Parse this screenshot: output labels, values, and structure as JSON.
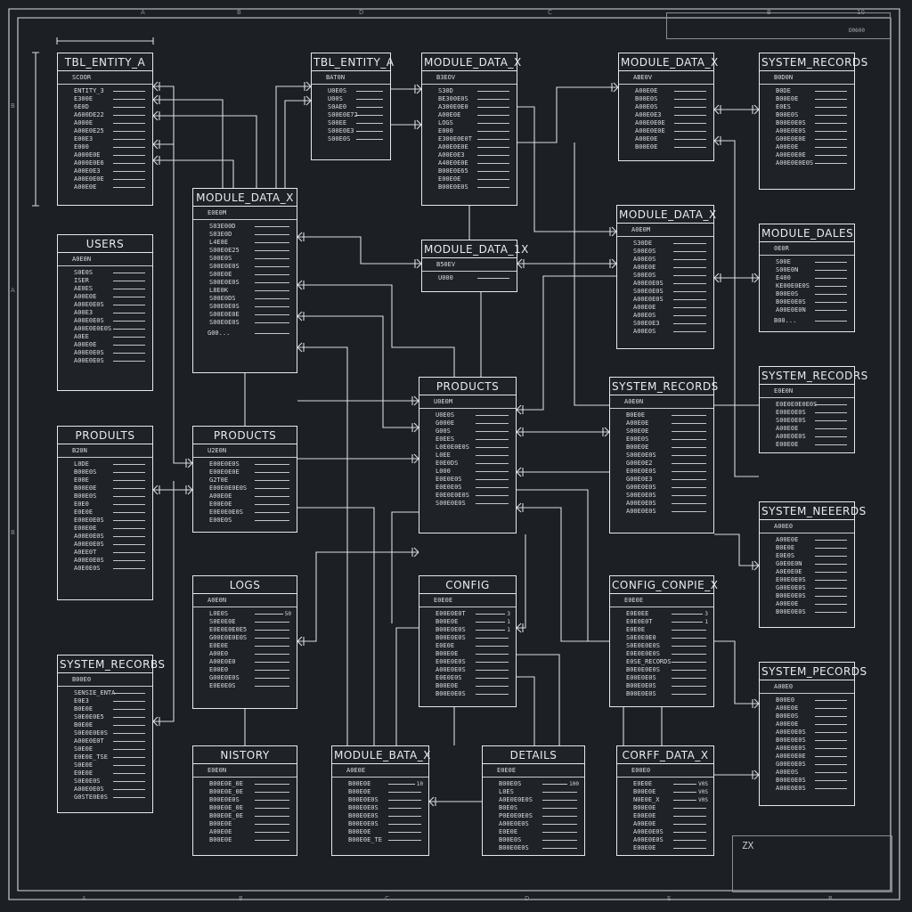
{
  "frame": {
    "top_letters": [
      "A",
      "B",
      "D",
      "C",
      "B",
      "10"
    ],
    "bottom_letters": [
      "A",
      "B",
      "C",
      "D",
      "E",
      "R"
    ],
    "left_letters": [
      "B",
      "A",
      "B"
    ],
    "corner_code": "D0600",
    "title_block_mark": "ZX"
  },
  "tables": [
    {
      "id": "t1",
      "title": "TBL_ENTITY_A",
      "pk": "SCOOR",
      "fields": [
        "ENTITY_3",
        "E300E",
        "6E0D",
        "A600DE22",
        "A000E",
        "A00E0E25",
        "E00E3",
        "E000",
        "A000E0E",
        "A000E0E6",
        "A00E0E3",
        "A00E0E0E",
        "A00E0E"
      ],
      "tags": []
    },
    {
      "id": "t2",
      "title": "TBL_ENTITY_A",
      "pk": "BAT0N",
      "fields": [
        "U0E0S",
        "U00S",
        "S0AE0",
        "S00E0E72",
        "S00EE",
        "S00E0E3",
        "S00E0S"
      ],
      "tags": []
    },
    {
      "id": "t3",
      "title": "MODULE_DATA_X",
      "pk": "B3EOV",
      "fields": [
        "S30D",
        "BE300E0S",
        "A300E0E0",
        "A00E0E",
        "LOGS",
        "E000",
        "E300E0E0T",
        "A00E0E0E",
        "A00E0E3",
        "A40E0E0E",
        "B00E0E65",
        "E00E0E",
        "B00E0E0S"
      ],
      "tags": []
    },
    {
      "id": "t4",
      "title": "MODULE_DATA_X",
      "pk": "ABE0V",
      "fields": [
        "A00E0E",
        "B00E0S",
        "A00E0S",
        "A00E0E3",
        "A00E0E0E",
        "A00E0E0E",
        "A00E0E",
        "B00E0E"
      ],
      "tags": []
    },
    {
      "id": "t5",
      "title": "SYSTEM_RECORDS",
      "pk": "B0D0N",
      "fields": [
        "B0DE",
        "B00E0E",
        "E0ES",
        "B00E0S",
        "B00E0E0S",
        "A00E0E0S",
        "G00E0E0E",
        "A00E0E",
        "A00E0E0E",
        "A00E0E0E0S"
      ],
      "tags": []
    },
    {
      "id": "t6",
      "title": "MODULE_DATA_X",
      "pk": "E0E0M",
      "fields": [
        "S03E00D",
        "S03E0D",
        "L4E8E",
        "S00E0E25",
        "S00E0S",
        "S00E0E0S",
        "S00E0E",
        "S00E0E0S",
        "L8E0K",
        "S00E0DS",
        "S00E0E0S",
        "S00E0E0E",
        "S00E0E0S"
      ],
      "tags": [],
      "foot": "G00..."
    },
    {
      "id": "t7",
      "title": "MODULE_DATA_1X",
      "pk": "B50EV",
      "fields": [
        "U000"
      ],
      "tags": []
    },
    {
      "id": "t8",
      "title": "MODULE_DATA_X",
      "pk": "A0E0M",
      "fields": [
        "S30DE",
        "S00E0S",
        "A00E0S",
        "A00E0E",
        "S00E0S",
        "A00E0E0S",
        "S00E0E0S",
        "A00E0E0S",
        "A00E0E",
        "A00E0S",
        "S00E0E3",
        "A00E0S"
      ],
      "tags": []
    },
    {
      "id": "t9",
      "title": "MODULE_DALES",
      "pk": "0E0R",
      "fields": [
        "S00E",
        "S00E0N",
        "E400",
        "KE00E0E0S",
        "B00E0S",
        "B00E0E0S",
        "A00E0E0N"
      ],
      "tags": [],
      "foot": "B00..."
    },
    {
      "id": "t10",
      "title": "USERS",
      "pk": "A0E0N",
      "fields": [
        "S0E0S",
        "ISER",
        "AE0ES",
        "A00E0E",
        "A00E0E0S",
        "A00E3",
        "A00E0E0S",
        "A00E0E0E0S",
        "A0EE",
        "A00E0E",
        "A00E0E0S",
        "A00E0E0S"
      ],
      "tags": []
    },
    {
      "id": "t11",
      "title": "PRODUCTS",
      "pk": "U0E0M",
      "fields": [
        "U0E0S",
        "G000E",
        "G00S",
        "E0EES",
        "L0E0E0E0S",
        "L0EE",
        "E0E0DS",
        "L000",
        "E0E0E0S",
        "E0E0E0S",
        "E0E0E0E0S",
        "S00E0E0S"
      ],
      "tags": []
    },
    {
      "id": "t12",
      "title": "SYSTEM_RECORDS",
      "pk": "A0E0N",
      "fields": [
        "B0E0E",
        "A00E0E",
        "S00E0E",
        "E00E0S",
        "B00E0E",
        "S00E0E0S",
        "G00E0E2",
        "E00E0E0S",
        "G00E0E3",
        "G00E0E0S",
        "S00E0E0S",
        "A00E0E0S",
        "A00E0E0S"
      ],
      "tags": []
    },
    {
      "id": "t13",
      "title": "SYSTEM_RECODRS",
      "pk": "E0E0N",
      "fields": [
        "E0E0E0E0E0S",
        "E00E0E0S",
        "S00E0E0S",
        "A00E0E",
        "A00E0E0S",
        "E00E0E"
      ],
      "tags": []
    },
    {
      "id": "t14",
      "title": "PRODULTS",
      "pk": "B20N",
      "fields": [
        "L0DE",
        "B00E0S",
        "E00E",
        "B00E0E",
        "B00E0S",
        "E0E0",
        "E0E0E",
        "E00E0E0S",
        "E00E0E",
        "A00E0E0S",
        "A00E0E0S",
        "A0EE0T",
        "A00E0E0S",
        "A0E0E0S"
      ],
      "tags": []
    },
    {
      "id": "t15",
      "title": "PRODUCTS",
      "pk": "U2E0N",
      "fields": [
        "E00E0E0S",
        "E00E0E0E",
        "G2T0E",
        "E00E0E0E0S",
        "A00E0E",
        "E00E0E",
        "E0E0E0E0S",
        "E00E0S"
      ],
      "tags": []
    },
    {
      "id": "t16",
      "title": "SYSTEM_NEEERDS",
      "pk": "A00E0",
      "fields": [
        "A00E0E",
        "B0E0E",
        "E0E0S",
        "G0E0E0N",
        "A0E0E0E",
        "E00E0E0S",
        "G00E0E0S",
        "B00E0E0S",
        "A00E0E",
        "B00E0E0S"
      ],
      "tags": []
    },
    {
      "id": "t17",
      "title": "LOGS",
      "pk": "A0E0N",
      "fields": [
        "L0E0S",
        "S0E0E0E",
        "E0E0E0E0E5",
        "G00E0E0E0S",
        "E0E0E",
        "A00E0",
        "A00E0E0",
        "E00E0",
        "G00E0E0S",
        "E0E0E0S"
      ],
      "tags": [
        "50"
      ]
    },
    {
      "id": "t18",
      "title": "CONFIG",
      "pk": "E0E0E",
      "fields": [
        "E00E0E0T",
        "B00E0E",
        "B00E0E0S",
        "B00E0E0S",
        "E0E0E",
        "B00E0E",
        "E00E0E0S",
        "A00E0E0S",
        "E0E0E0S",
        "B00E0E",
        "B00E0E0S"
      ],
      "tags": [
        "3",
        "1",
        "1"
      ]
    },
    {
      "id": "t19",
      "title": "CONFIG_CONPIE_X",
      "pk": "E0E0E",
      "fields": [
        "E0E0EE",
        "E0E0E0T",
        "E0E0E",
        "S0E0E0E0",
        "S0E0E0E0S",
        "E0E0E0E0S",
        "E0SE_RECORDS",
        "B0E0E0E0S",
        "E00E0E0S",
        "B00E0E0S",
        "B00E0E0S"
      ],
      "tags": [
        "3",
        "1"
      ]
    },
    {
      "id": "t20",
      "title": "SYSTEM_RECORBS",
      "pk": "B00E0",
      "fields": [
        "SENSIE_ENTA",
        "E0E3",
        "B0E0E",
        "S0E0E0E5",
        "B0E0E",
        "S0E0E0E0S",
        "A00E0E0T",
        "S0E0E",
        "E0E0E_TSE",
        "S0E0E",
        "E0E0E",
        "S0E0E0S",
        "A00E0E0S",
        "G0STE0E0S"
      ],
      "tags": []
    },
    {
      "id": "t21",
      "title": "SYSTEM_PECORDS",
      "pk": "A00E0",
      "fields": [
        "B00E0",
        "A00E0E",
        "B00E0S",
        "A00E0E",
        "A00E0E0S",
        "B00E0E0S",
        "A00E0E0S",
        "A00E0E0E",
        "G00E0E0S",
        "A00E0S",
        "B00E0E0S",
        "A00E0E0S"
      ],
      "tags": []
    },
    {
      "id": "t22",
      "title": "NISTORY",
      "pk": "E0E0N",
      "fields": [
        "B00E0E_0E",
        "B00E0E_0E",
        "B00E0E0S",
        "B00E0E_0E",
        "B00E0E_0E",
        "B00E0E",
        "A00E0E",
        "B00E0E"
      ],
      "tags": []
    },
    {
      "id": "t23",
      "title": "MODULE_BATA_X",
      "pk": "A0E0E",
      "fields": [
        "B00E0E",
        "B00E0E",
        "B00E0E0S",
        "B00E0E0S",
        "B00E0E0S",
        "B00E0E0S",
        "B00E0E",
        "B00E0E_TE"
      ],
      "tags": [
        "10"
      ]
    },
    {
      "id": "t24",
      "title": "DETAILS",
      "pk": "E0E0E",
      "fields": [
        "B00E0S",
        "L0ES",
        "A0E0E0E0S",
        "B0E0S",
        "P0E0E0E0S",
        "A00E0E0S",
        "E0E0E",
        "B00E0S",
        "B00E0E0S"
      ],
      "tags": [
        "100"
      ]
    },
    {
      "id": "t25",
      "title": "CORFF_DATA_X",
      "pk": "E00E0",
      "fields": [
        "E0E0E",
        "B00E0E",
        "N0E0E_X",
        "B00E0E",
        "E00E0E",
        "A00E0E",
        "A00E0E0S",
        "A00E0E0S",
        "E00E0E"
      ],
      "tags": [
        "V0S",
        "V0S",
        "V0S"
      ]
    }
  ]
}
